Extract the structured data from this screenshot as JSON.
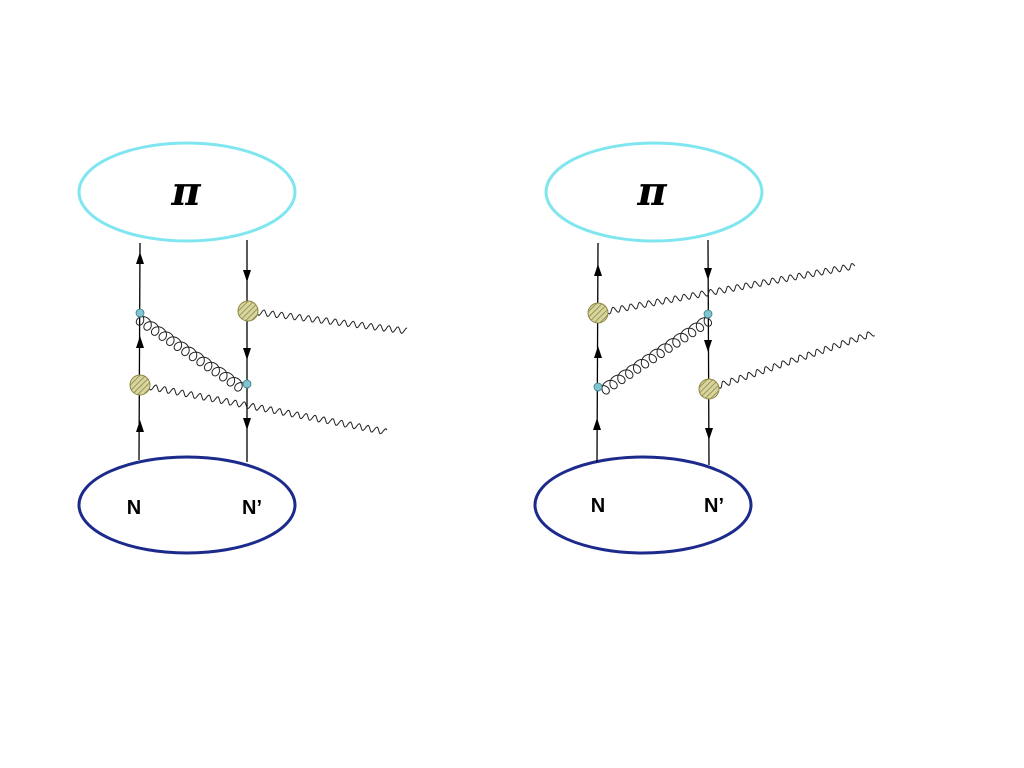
{
  "diagrams": [
    {
      "pion_label": "π",
      "nucleon_in_label": "N",
      "nucleon_out_label": "N’"
    },
    {
      "pion_label": "π",
      "nucleon_in_label": "N",
      "nucleon_out_label": "N’"
    }
  ],
  "colors": {
    "pion_blob": "#7fe6f0",
    "nucleon_blob": "#1c2a8c",
    "quark_line": "#000000",
    "photon_line": "#222222",
    "gluon_line": "#222222",
    "vertex_fill": "#c8c590",
    "vertex_hatch": "#8a8640",
    "gluon_vertex": "#7fc6d0"
  }
}
